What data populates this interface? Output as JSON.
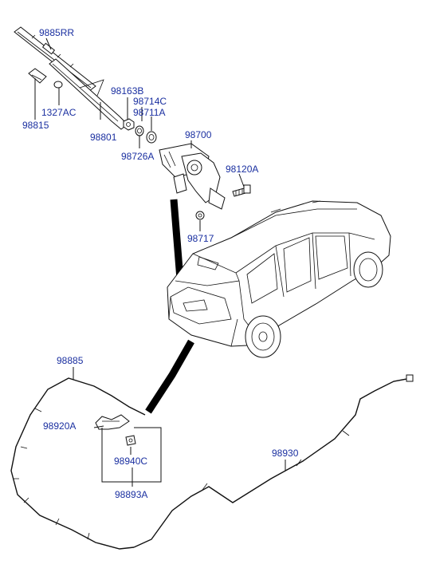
{
  "parts": {
    "p9885RR": "9885RR",
    "p98815": "98815",
    "p1327AC": "1327AC",
    "p98801": "98801",
    "p98163B": "98163B",
    "p98714C": "98714C",
    "p98711A": "98711A",
    "p98700": "98700",
    "p98726A": "98726A",
    "p98120A": "98120A",
    "p98717": "98717",
    "p98885": "98885",
    "p98920A": "98920A",
    "p98940C": "98940C",
    "p98893A": "98893A",
    "p98930": "98930"
  },
  "colors": {
    "label": "#1a2fa0",
    "lines": "#111111",
    "background": "#ffffff"
  }
}
